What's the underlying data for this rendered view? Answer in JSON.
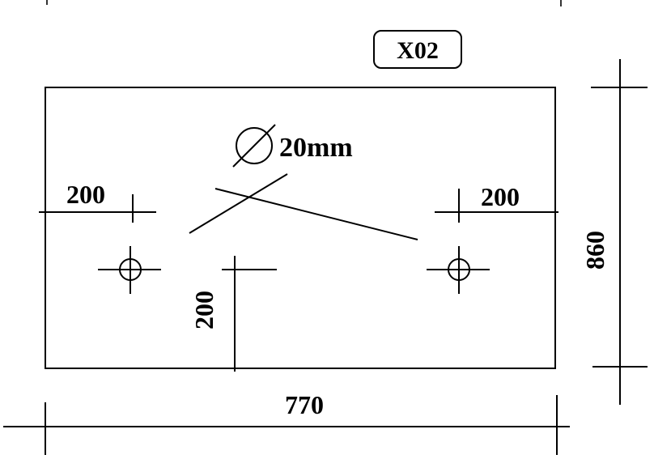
{
  "part_label": "X02",
  "hole_spec": {
    "symbol": "⌀",
    "size": "20mm"
  },
  "dimensions": {
    "left_hole_offset": "200",
    "right_hole_offset": "200",
    "hole_height_from_bottom": "200",
    "overall_width": "770",
    "overall_height": "860"
  },
  "colors": {
    "line": "#000000",
    "background": "#ffffff"
  }
}
